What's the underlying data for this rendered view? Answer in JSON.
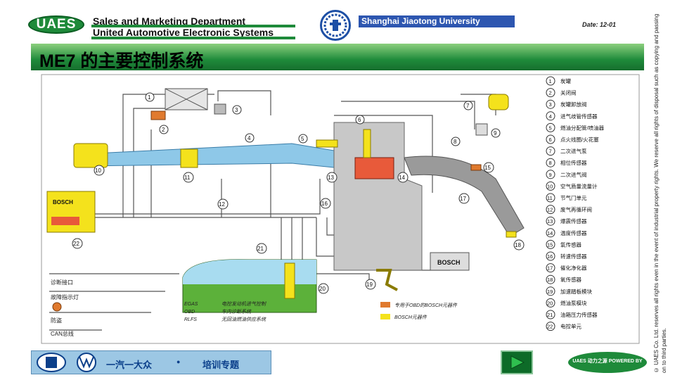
{
  "header": {
    "logo_text": "UAES",
    "line1": "Sales and Marketing Department",
    "line2": "United Automotive Electronic Systems",
    "university": "Shanghai Jiaotong University",
    "date": "Date: 12-01"
  },
  "title": "ME7 的主要控制系统",
  "copyright": "© UAES Co. Ltd. reserves all rights even in the event of industrial property rights. We reserve all rights of disposal such as copying and passing on to third parties.",
  "diagram": {
    "ecu_label": "BOSCH",
    "battery_label": "BOSCH",
    "number_labels": [
      "1",
      "2",
      "3",
      "4",
      "5",
      "6",
      "7",
      "8",
      "9",
      "10",
      "11",
      "12",
      "13",
      "14",
      "15",
      "16",
      "17",
      "18",
      "19",
      "20",
      "21",
      "22"
    ],
    "legend": [
      {
        "num": "1",
        "text": "炭罐"
      },
      {
        "num": "2",
        "text": "关闭阀"
      },
      {
        "num": "3",
        "text": "炭罐卸放阀"
      },
      {
        "num": "4",
        "text": "进气歧管传感器"
      },
      {
        "num": "5",
        "text": "燃油分配管/喷油器"
      },
      {
        "num": "6",
        "text": "点火线圈/火花塞"
      },
      {
        "num": "7",
        "text": "二次进气泵"
      },
      {
        "num": "8",
        "text": "相位传感器"
      },
      {
        "num": "9",
        "text": "二次进气阀"
      },
      {
        "num": "10",
        "text": "空气质量流量计"
      },
      {
        "num": "11",
        "text": "节气门单元"
      },
      {
        "num": "12",
        "text": "废气再循环阀"
      },
      {
        "num": "13",
        "text": "爆震传感器"
      },
      {
        "num": "14",
        "text": "温度传感器"
      },
      {
        "num": "15",
        "text": "氧传感器"
      },
      {
        "num": "16",
        "text": "转速传感器"
      },
      {
        "num": "17",
        "text": "催化净化器"
      },
      {
        "num": "18",
        "text": "氧传感器"
      },
      {
        "num": "19",
        "text": "加速踏板模块"
      },
      {
        "num": "20",
        "text": "燃油泵模块"
      },
      {
        "num": "21",
        "text": "油箱压力传感器"
      },
      {
        "num": "22",
        "text": "电控单元"
      }
    ],
    "left_labels": {
      "diag_port": "诊断接口",
      "fault_lamp": "故障指示灯",
      "immobilizer": "防盗",
      "can_bus": "CAN总线"
    },
    "abbreviations": [
      {
        "abbr": "EGAS",
        "text": "电控发动机进气控制"
      },
      {
        "abbr": "OBD",
        "text": "车内诊断系统"
      },
      {
        "abbr": "RLFS",
        "text": "无回油燃油供应系统"
      }
    ],
    "component_legend": [
      {
        "text": "专用于OBD的BOSCH元器件",
        "color": "#e07a2e"
      },
      {
        "text": "BOSCH元器件",
        "color": "#f4e21c"
      }
    ]
  },
  "footer": {
    "brand": "一汽一大众",
    "bullet": "●",
    "topic": "培训专题",
    "logo_text": "UAES 动力之源 POWERED BY UAES"
  }
}
